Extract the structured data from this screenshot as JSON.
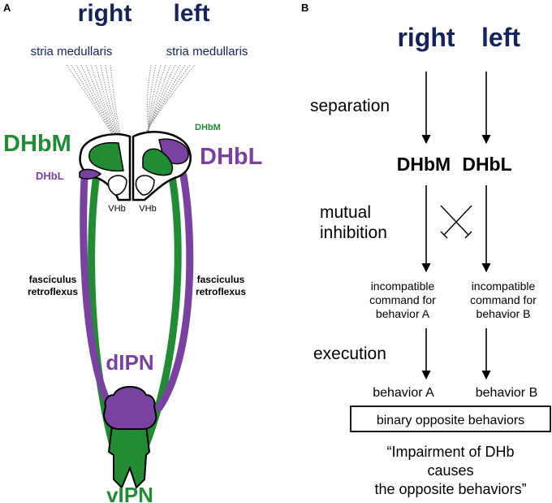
{
  "colors": {
    "navy": "#15235a",
    "green": "#218c33",
    "purple": "#7a42a0",
    "black": "#000000",
    "tract_gray": "#8c8c8c"
  },
  "panel_a": {
    "panel_label": "A",
    "right_label": "right",
    "left_label": "left",
    "stria_right": "stria medullaris",
    "stria_left": "stria medullaris",
    "dhbm_big": "DHbM",
    "dhbm_small": "DHbM",
    "dhbl_big": "DHbL",
    "dhbl_small": "DHbL",
    "vhb_right": "VHb",
    "vhb_left": "VHb",
    "fasciculus_right_line1": "fasciculus",
    "fasciculus_right_line2": "retroflexus",
    "fasciculus_left_line1": "fasciculus",
    "fasciculus_left_line2": "retroflexus",
    "dipn": "dIPN",
    "vipn": "vIPN"
  },
  "panel_b": {
    "panel_label": "B",
    "right_label": "right",
    "left_label": "left",
    "separation": "separation",
    "dhbm": "DHbM",
    "dhbl": "DHbL",
    "mutual_line1": "mutual",
    "mutual_line2": "inhibition",
    "cmd_a_line1": "incompatible",
    "cmd_a_line2": "command for",
    "cmd_a_line3": "behavior A",
    "cmd_b_line1": "incompatible",
    "cmd_b_line2": "command for",
    "cmd_b_line3": "behavior B",
    "execution": "execution",
    "behavior_a": "behavior A",
    "behavior_b": "behavior B",
    "binary": "binary opposite behaviors",
    "quote_line1": "“Impairment of DHb",
    "quote_line2": "causes",
    "quote_line3": "the opposite behaviors”"
  }
}
